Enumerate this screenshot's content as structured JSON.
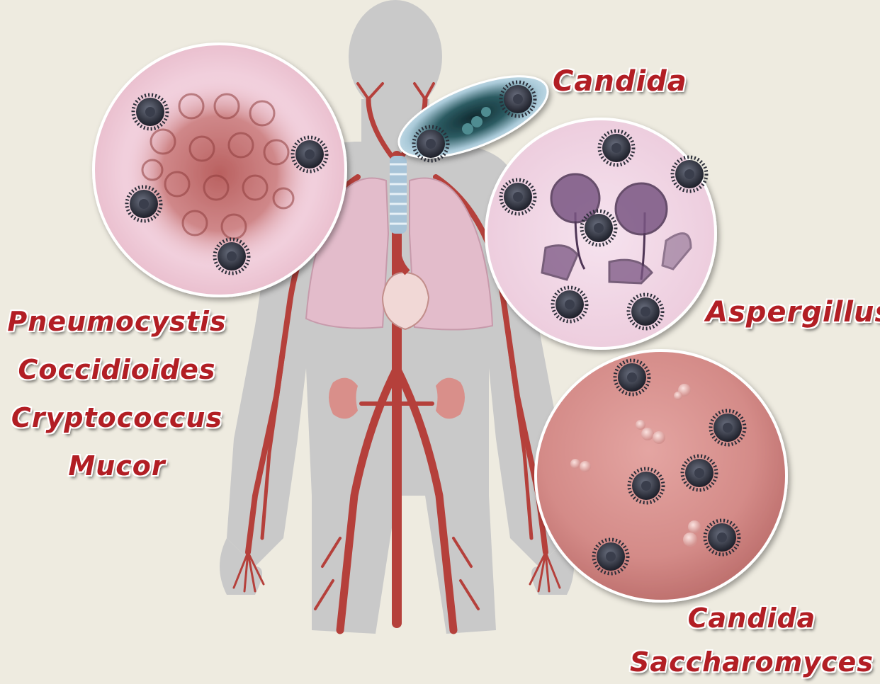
{
  "labels": {
    "lungs_circle": [
      "Pneumocystis",
      "Coccidioides",
      "Cryptococcus",
      "Mucor"
    ],
    "oral": "Candida",
    "aspergillus": "Aspergillus",
    "blood_circle": [
      "Candida",
      "Saccharomyces"
    ]
  },
  "colors": {
    "background": "#eeebe0",
    "label_red": "#b21e24",
    "body_silhouette": "#c9c9c9",
    "artery_red": "#b5403b",
    "lung_pink": "#e8c3cf",
    "fungus_dark": "#2e3140"
  },
  "icons": {
    "fungal_spore": "fungus-spore-icon",
    "mold_conidiophore": "aspergillus-icon",
    "yeast_cell": "yeast-icon"
  }
}
